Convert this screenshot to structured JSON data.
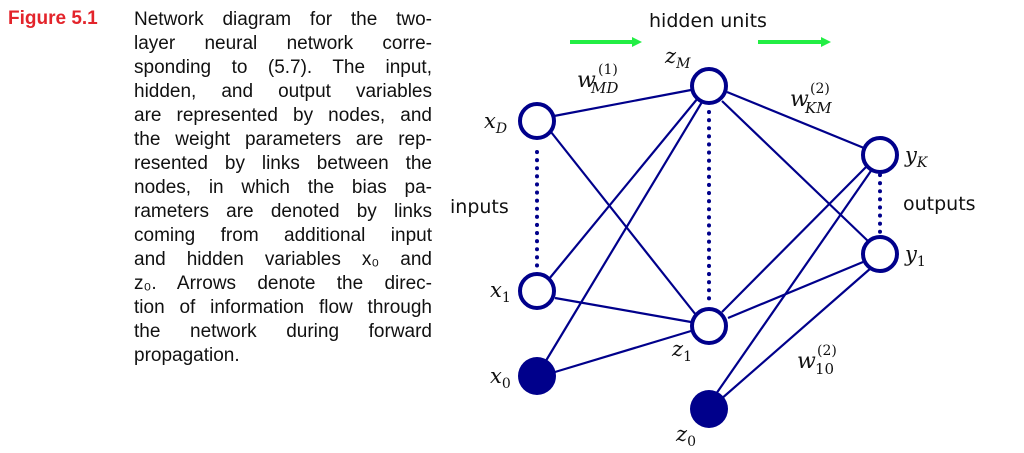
{
  "figure": {
    "label": "Figure 5.1",
    "caption_lines": [
      "Network diagram for the two-",
      "layer neural network corre-",
      "sponding to (5.7). The input,",
      "hidden, and output variables",
      "are represented by nodes, and",
      "the weight parameters are rep-",
      "resented by links between the",
      "nodes, in which the bias pa-",
      "rameters are denoted by links",
      "coming from additional input",
      "and hidden variables x₀ and",
      "z₀. Arrows denote the direc-",
      "tion of information flow through",
      "the network during forward",
      "propagation."
    ]
  },
  "diagram": {
    "labels": {
      "hidden_units": "hidden units",
      "inputs": "inputs",
      "outputs": "outputs"
    },
    "nodes": {
      "xD": {
        "base": "x",
        "sub": "D"
      },
      "x1": {
        "base": "x",
        "sub": "1"
      },
      "x0": {
        "base": "x",
        "sub": "0"
      },
      "zM": {
        "base": "z",
        "sub": "M"
      },
      "z1": {
        "base": "z",
        "sub": "1"
      },
      "z0": {
        "base": "z",
        "sub": "0"
      },
      "yK": {
        "base": "y",
        "sub": "K"
      },
      "y1": {
        "base": "y",
        "sub": "1"
      }
    },
    "weights": {
      "w1MD": {
        "base": "w",
        "sup": "(1)",
        "sub": "MD"
      },
      "w2KM": {
        "base": "w",
        "sup": "(2)",
        "sub": "KM"
      },
      "w210": {
        "base": "w",
        "sup": "(2)",
        "sub": "10"
      }
    },
    "colors": {
      "node": "#00008b",
      "arrow": "#22ee44",
      "caption_label": "#e3242b"
    }
  }
}
